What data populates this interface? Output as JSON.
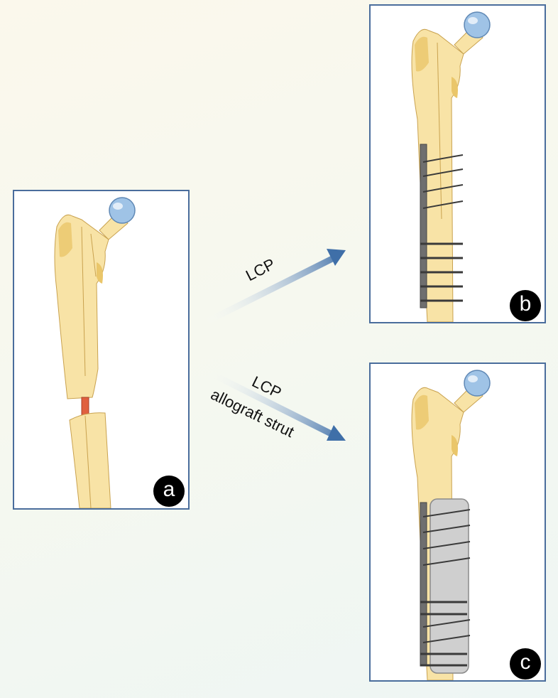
{
  "panels": {
    "a": {
      "badge": "a"
    },
    "b": {
      "badge": "b"
    },
    "c": {
      "badge": "c"
    }
  },
  "arrows": {
    "upper": {
      "label": "LCP"
    },
    "lower": {
      "label_line1": "LCP",
      "label_line2": "allograft strut"
    }
  },
  "colors": {
    "panel_border": "#4a6d9c",
    "bone": "#f8e3a6",
    "bone_shade": "#eac66a",
    "femoral_head": "#9fc3e6",
    "defect": "#e0603f",
    "plate": "#6f6f6f",
    "cable": "#3a3a3a",
    "allograft": "#cfcfcf",
    "arrow": "#3f6fa8"
  }
}
